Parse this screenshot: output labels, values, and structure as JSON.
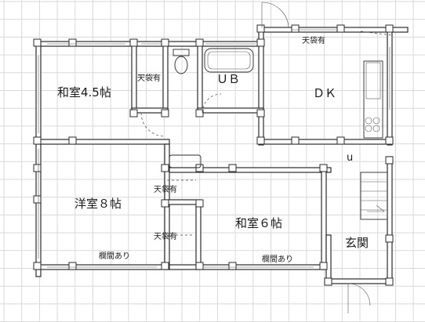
{
  "rooms": {
    "washitsu45": "和室4.5帖",
    "ub": "ＵＢ",
    "dk": "ＤＫ",
    "youshitsu8": "洋室８帖",
    "washitsu6": "和室６帖",
    "genkan": "玄関"
  },
  "notes": {
    "tenbukuro_top": "天袋有",
    "tenbukuro_closet": "天袋有",
    "tenbukuro_mid": "天袋有",
    "tenbukuro_low": "天袋有",
    "ranma_left": "欄間あり",
    "ranma_right": "欄間あり",
    "fridge": "u"
  }
}
